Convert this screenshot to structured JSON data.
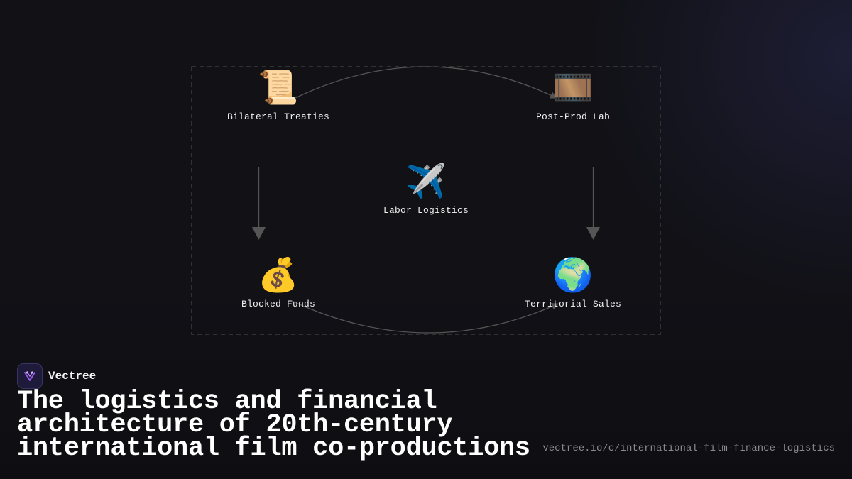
{
  "diagram": {
    "nodes": [
      {
        "id": "treaties",
        "icon": "scroll-icon",
        "glyph": "📜",
        "label": "Bilateral Treaties"
      },
      {
        "id": "postprod",
        "icon": "film-frames-icon",
        "glyph": "🎞️",
        "label": "Post-Prod Lab"
      },
      {
        "id": "labor",
        "icon": "airplane-icon",
        "glyph": "✈️",
        "label": "Labor Logistics"
      },
      {
        "id": "funds",
        "icon": "money-bag-icon",
        "glyph": "💰",
        "label": "Blocked Funds"
      },
      {
        "id": "sales",
        "icon": "globe-icon",
        "glyph": "🌍",
        "label": "Territorial Sales"
      }
    ],
    "edges": [
      {
        "from": "treaties",
        "to": "postprod"
      },
      {
        "from": "treaties",
        "to": "funds"
      },
      {
        "from": "postprod",
        "to": "sales"
      },
      {
        "from": "funds",
        "to": "sales"
      }
    ]
  },
  "brand": {
    "name": "Vectree",
    "logo_icon": "vectree-logo-icon",
    "accent": "#9b5cf0"
  },
  "title": "The logistics and financial architecture of 20th-century international film co-productions",
  "url": "vectree.io/c/international-film-finance-logistics",
  "colors": {
    "background": "#111116",
    "edge": "#555555",
    "frame": "#3c3c3c"
  }
}
